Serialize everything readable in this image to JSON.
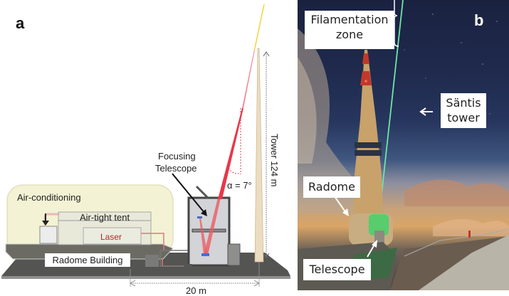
{
  "panel_a": {
    "label": "a",
    "annotations": {
      "air_conditioning": "Air-conditioning",
      "air_tight_tent": "Air-tight tent",
      "laser": "Laser",
      "radome_building": "Radome Building",
      "focusing_telescope_line1": "Focusing",
      "focusing_telescope_line2": "Telescope",
      "angle": "α = 7°",
      "tower_height": "Tower 124 m",
      "distance": "20 m"
    },
    "colors": {
      "beam": "#e8374a",
      "filament": "#f2d43a",
      "dome": "#f1f0cf",
      "platform": "#5a5a58",
      "tower": "#ecdcc0",
      "laser_text": "#b02a2a"
    }
  },
  "panel_b": {
    "label": "b",
    "annotations": {
      "filamentation_line1": "Filamentation",
      "filamentation_line2": "zone",
      "santis_line1": "Säntis",
      "santis_line2": "tower",
      "radome": "Radome",
      "telescope": "Telescope"
    },
    "colors": {
      "laser_beam": "#6fe6a8",
      "sky_top": "#1a2240",
      "tower_body": "#c8a26a",
      "tower_tip": "#c0392b"
    }
  }
}
